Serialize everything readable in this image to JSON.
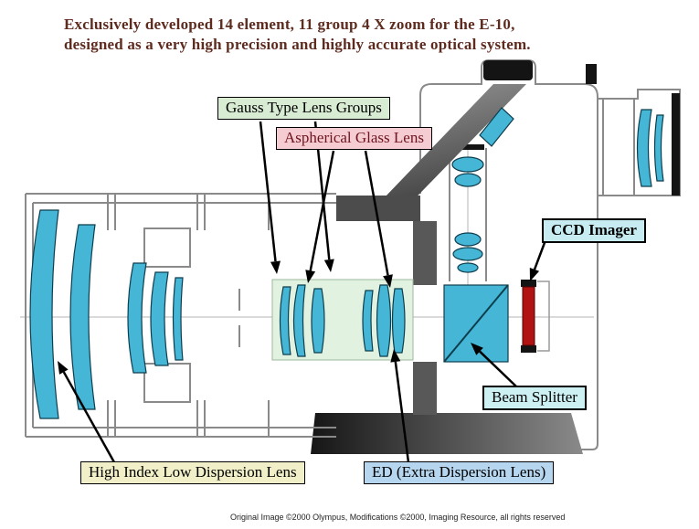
{
  "title": {
    "line1": "Exclusively developed  14 element, 11 group  4 X zoom for the E-10,",
    "line2": "designed as a very high precision and highly accurate optical system."
  },
  "labels": {
    "gauss": "Gauss Type Lens Groups",
    "aspherical": "Aspherical Glass Lens",
    "ccd": "CCD Imager",
    "beam_splitter": "Beam Splitter",
    "high_index": "High Index Low Dispersion Lens",
    "ed": "ED (Extra Dispersion Lens)"
  },
  "footer": "Original Image ©2000 Olympus, Modifications ©2000, Imaging Resource, all rights reserved",
  "colors": {
    "title_text": "#5e2b1f",
    "lens_fill": "#45b6d6",
    "lens_stroke": "#0e3d4d",
    "ccd_red": "#b11212",
    "label_border": "#000000",
    "gauss_bg": "#d8ecd4",
    "gauss_region_fill": "#e2f2e0",
    "aspherical_bg": "#f5ccd2",
    "aspherical_text": "#6e1420",
    "ccd_bg": "#c6ecf2",
    "beam_bg": "#cdf0f2",
    "high_index_bg": "#f0efc8",
    "ed_bg": "#b5d6ee",
    "body_outline": "#8a8a8a"
  }
}
